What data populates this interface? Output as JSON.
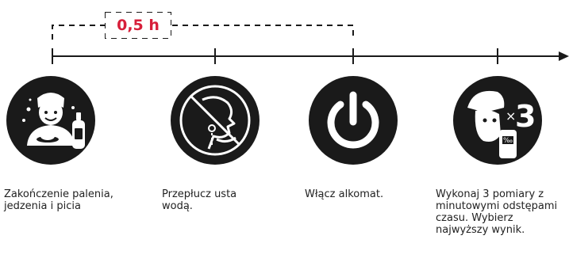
{
  "duration_label": "0,5 h",
  "accent_color": "#d71f3a",
  "steps": [
    {
      "icon": "person-eating-drinking-icon",
      "label": "Zakończenie palenia, jedzenia i picia"
    },
    {
      "icon": "rinse-mouth-icon",
      "label": "Przepłucz usta wodą."
    },
    {
      "icon": "power-button-icon",
      "label": "Włącz alkomat."
    },
    {
      "icon": "blow-three-times-icon",
      "badge": "3",
      "device_text": "‰",
      "label": "Wykonaj 3 pomiary z minutowymi odstępami czasu. Wybierz najwyższy wynik."
    }
  ]
}
